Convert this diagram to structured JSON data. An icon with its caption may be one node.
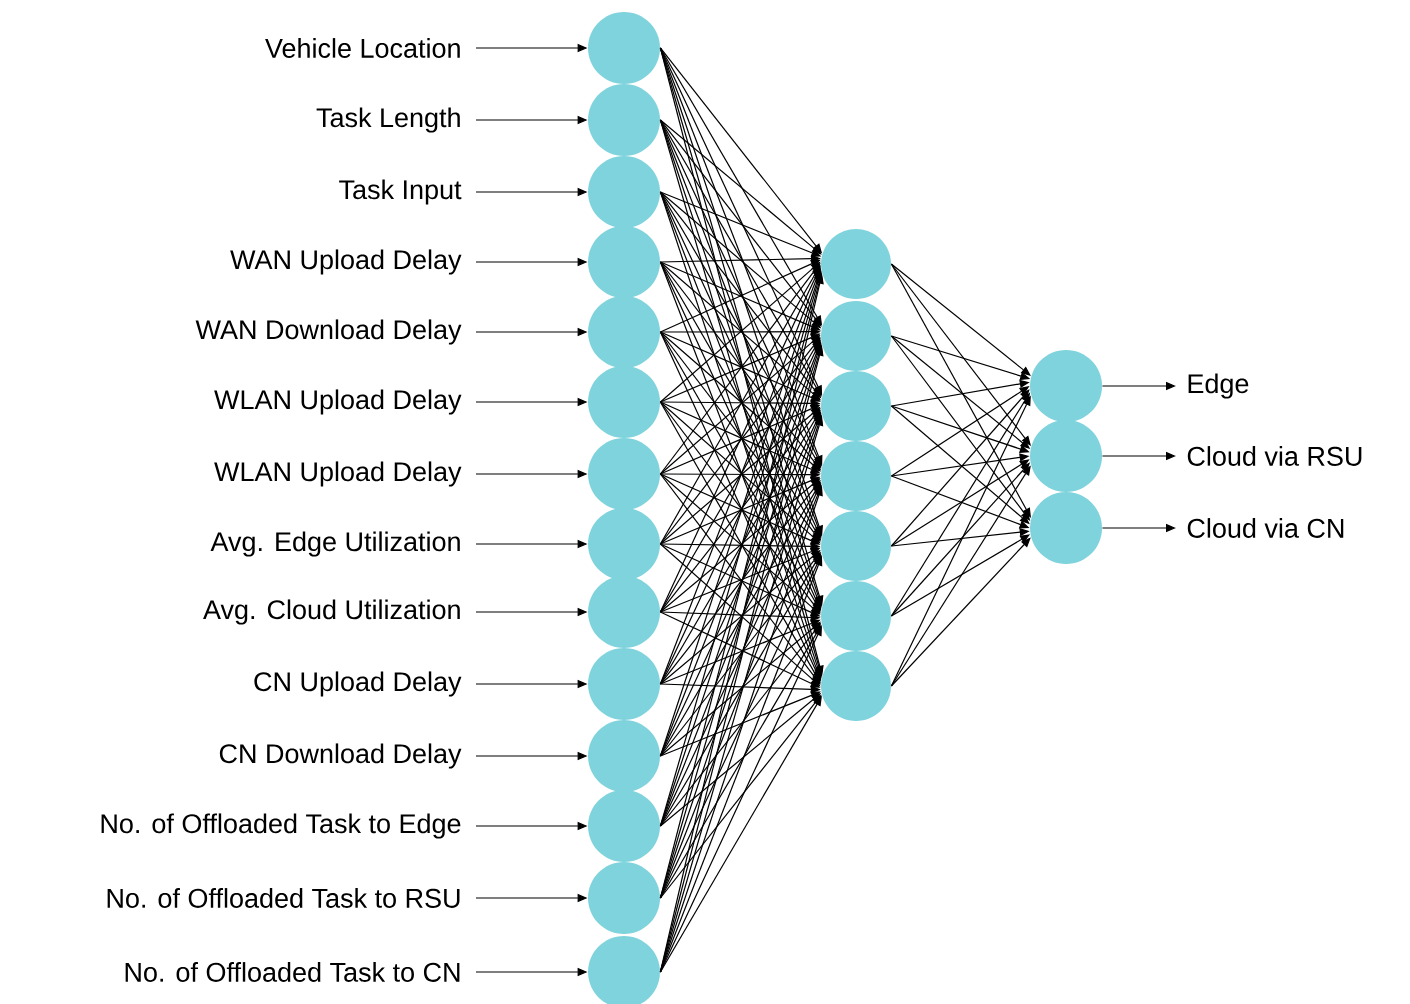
{
  "diagram": {
    "nodes": [
      {
        "text": [
          "Vehicle Location"
        ]
      },
      {
        "text": [
          "Task Length"
        ]
      },
      {
        "text": [
          "Task Input"
        ]
      },
      {
        "text": [
          "WAN Upload Delay"
        ]
      },
      {
        "text": [
          "WAN Download Delay"
        ]
      },
      {
        "text": [
          "WLAN Upload Delay"
        ]
      },
      {
        "text": [
          "WLAN Upload Delay"
        ]
      },
      {
        "text": [
          "Avg. Edge Utilization"
        ]
      },
      {
        "text": [
          "Avg. Cloud Utilization"
        ]
      },
      {
        "text": [
          "CN Upload Delay"
        ]
      },
      {
        "text": [
          "CN Download Delay"
        ]
      },
      {
        "text": [
          "No. of Offloaded Task to Edge"
        ]
      },
      {
        "text": [
          "No. of Offloaded Task to RSU"
        ]
      },
      {
        "text": [
          "No. of Offloaded Task to CN"
        ]
      },
      {
        "text": [],
        "shape": "circle"
      },
      {
        "text": [],
        "shape": "circle"
      },
      {
        "text": [],
        "shape": "circle"
      },
      {
        "text": [],
        "shape": "circle"
      },
      {
        "text": [],
        "shape": "circle"
      },
      {
        "text": [],
        "shape": "circle"
      },
      {
        "text": [],
        "shape": "circle"
      },
      {
        "text": [],
        "shape": "circle"
      },
      {
        "text": [],
        "shape": "circle"
      },
      {
        "text": [],
        "shape": "circle"
      },
      {
        "text": [],
        "shape": "circle"
      },
      {
        "text": [],
        "shape": "circle"
      },
      {
        "text": [],
        "shape": "circle"
      },
      {
        "text": [],
        "shape": "circle"
      },
      {
        "text": [],
        "shape": "circle"
      },
      {
        "text": [],
        "shape": "circle"
      },
      {
        "text": [],
        "shape": "circle"
      },
      {
        "text": [],
        "shape": "circle"
      },
      {
        "text": [],
        "shape": "circle"
      },
      {
        "text": [],
        "shape": "circle"
      },
      {
        "text": [],
        "shape": "circle"
      },
      {
        "text": [],
        "shape": "circle"
      },
      {
        "text": [],
        "shape": "circle"
      },
      {
        "text": [],
        "shape": "circle"
      },
      {
        "text": [
          "Edge"
        ]
      },
      {
        "text": [
          "Cloud via RSU"
        ]
      },
      {
        "text": [
          "Cloud via CN"
        ]
      }
    ],
    "edges": [
      {
        "from": 0,
        "to": 14,
        "arrow": "to"
      },
      {
        "from": 1,
        "to": 15,
        "arrow": "to"
      },
      {
        "from": 2,
        "to": 16,
        "arrow": "to"
      },
      {
        "from": 3,
        "to": 17,
        "arrow": "to"
      },
      {
        "from": 4,
        "to": 18,
        "arrow": "to"
      },
      {
        "from": 5,
        "to": 19,
        "arrow": "to"
      },
      {
        "from": 6,
        "to": 20,
        "arrow": "to"
      },
      {
        "from": 7,
        "to": 21,
        "arrow": "to"
      },
      {
        "from": 8,
        "to": 22,
        "arrow": "to"
      },
      {
        "from": 9,
        "to": 23,
        "arrow": "to"
      },
      {
        "from": 10,
        "to": 24,
        "arrow": "to"
      },
      {
        "from": 11,
        "to": 25,
        "arrow": "to"
      },
      {
        "from": 12,
        "to": 26,
        "arrow": "to"
      },
      {
        "from": 13,
        "to": 27,
        "arrow": "to"
      },
      {
        "from": 14,
        "to": 28,
        "arrow": "to"
      },
      {
        "from": 14,
        "to": 29,
        "arrow": "to"
      },
      {
        "from": 14,
        "to": 30,
        "arrow": "to"
      },
      {
        "from": 14,
        "to": 31,
        "arrow": "to"
      },
      {
        "from": 14,
        "to": 32,
        "arrow": "to"
      },
      {
        "from": 14,
        "to": 33,
        "arrow": "to"
      },
      {
        "from": 14,
        "to": 34,
        "arrow": "to"
      },
      {
        "from": 15,
        "to": 28,
        "arrow": "to"
      },
      {
        "from": 15,
        "to": 29,
        "arrow": "to"
      },
      {
        "from": 15,
        "to": 30,
        "arrow": "to"
      },
      {
        "from": 15,
        "to": 31,
        "arrow": "to"
      },
      {
        "from": 15,
        "to": 32,
        "arrow": "to"
      },
      {
        "from": 15,
        "to": 33,
        "arrow": "to"
      },
      {
        "from": 15,
        "to": 34,
        "arrow": "to"
      },
      {
        "from": 16,
        "to": 28,
        "arrow": "to"
      },
      {
        "from": 16,
        "to": 29,
        "arrow": "to"
      },
      {
        "from": 16,
        "to": 30,
        "arrow": "to"
      },
      {
        "from": 16,
        "to": 31,
        "arrow": "to"
      },
      {
        "from": 16,
        "to": 32,
        "arrow": "to"
      },
      {
        "from": 16,
        "to": 33,
        "arrow": "to"
      },
      {
        "from": 16,
        "to": 34,
        "arrow": "to"
      },
      {
        "from": 17,
        "to": 28,
        "arrow": "to"
      },
      {
        "from": 17,
        "to": 29,
        "arrow": "to"
      },
      {
        "from": 17,
        "to": 30,
        "arrow": "to"
      },
      {
        "from": 17,
        "to": 31,
        "arrow": "to"
      },
      {
        "from": 17,
        "to": 32,
        "arrow": "to"
      },
      {
        "from": 17,
        "to": 33,
        "arrow": "to"
      },
      {
        "from": 17,
        "to": 34,
        "arrow": "to"
      },
      {
        "from": 18,
        "to": 28,
        "arrow": "to"
      },
      {
        "from": 18,
        "to": 29,
        "arrow": "to"
      },
      {
        "from": 18,
        "to": 30,
        "arrow": "to"
      },
      {
        "from": 18,
        "to": 31,
        "arrow": "to"
      },
      {
        "from": 18,
        "to": 32,
        "arrow": "to"
      },
      {
        "from": 18,
        "to": 33,
        "arrow": "to"
      },
      {
        "from": 18,
        "to": 34,
        "arrow": "to"
      },
      {
        "from": 19,
        "to": 28,
        "arrow": "to"
      },
      {
        "from": 19,
        "to": 29,
        "arrow": "to"
      },
      {
        "from": 19,
        "to": 30,
        "arrow": "to"
      },
      {
        "from": 19,
        "to": 31,
        "arrow": "to"
      },
      {
        "from": 19,
        "to": 32,
        "arrow": "to"
      },
      {
        "from": 19,
        "to": 33,
        "arrow": "to"
      },
      {
        "from": 19,
        "to": 34,
        "arrow": "to"
      },
      {
        "from": 20,
        "to": 28,
        "arrow": "to"
      },
      {
        "from": 20,
        "to": 29,
        "arrow": "to"
      },
      {
        "from": 20,
        "to": 30,
        "arrow": "to"
      },
      {
        "from": 20,
        "to": 31,
        "arrow": "to"
      },
      {
        "from": 20,
        "to": 32,
        "arrow": "to"
      },
      {
        "from": 20,
        "to": 33,
        "arrow": "to"
      },
      {
        "from": 20,
        "to": 34,
        "arrow": "to"
      },
      {
        "from": 21,
        "to": 28,
        "arrow": "to"
      },
      {
        "from": 21,
        "to": 29,
        "arrow": "to"
      },
      {
        "from": 21,
        "to": 30,
        "arrow": "to"
      },
      {
        "from": 21,
        "to": 31,
        "arrow": "to"
      },
      {
        "from": 21,
        "to": 32,
        "arrow": "to"
      },
      {
        "from": 21,
        "to": 33,
        "arrow": "to"
      },
      {
        "from": 21,
        "to": 34,
        "arrow": "to"
      },
      {
        "from": 22,
        "to": 28,
        "arrow": "to"
      },
      {
        "from": 22,
        "to": 29,
        "arrow": "to"
      },
      {
        "from": 22,
        "to": 30,
        "arrow": "to"
      },
      {
        "from": 22,
        "to": 31,
        "arrow": "to"
      },
      {
        "from": 22,
        "to": 32,
        "arrow": "to"
      },
      {
        "from": 22,
        "to": 33,
        "arrow": "to"
      },
      {
        "from": 22,
        "to": 34,
        "arrow": "to"
      },
      {
        "from": 23,
        "to": 28,
        "arrow": "to"
      },
      {
        "from": 23,
        "to": 29,
        "arrow": "to"
      },
      {
        "from": 23,
        "to": 30,
        "arrow": "to"
      },
      {
        "from": 23,
        "to": 31,
        "arrow": "to"
      },
      {
        "from": 23,
        "to": 32,
        "arrow": "to"
      },
      {
        "from": 23,
        "to": 33,
        "arrow": "to"
      },
      {
        "from": 23,
        "to": 34,
        "arrow": "to"
      },
      {
        "from": 24,
        "to": 28,
        "arrow": "to"
      },
      {
        "from": 24,
        "to": 29,
        "arrow": "to"
      },
      {
        "from": 24,
        "to": 30,
        "arrow": "to"
      },
      {
        "from": 24,
        "to": 31,
        "arrow": "to"
      },
      {
        "from": 24,
        "to": 32,
        "arrow": "to"
      },
      {
        "from": 24,
        "to": 33,
        "arrow": "to"
      },
      {
        "from": 24,
        "to": 34,
        "arrow": "to"
      },
      {
        "from": 25,
        "to": 28,
        "arrow": "to"
      },
      {
        "from": 25,
        "to": 29,
        "arrow": "to"
      },
      {
        "from": 25,
        "to": 30,
        "arrow": "to"
      },
      {
        "from": 25,
        "to": 31,
        "arrow": "to"
      },
      {
        "from": 25,
        "to": 32,
        "arrow": "to"
      },
      {
        "from": 25,
        "to": 33,
        "arrow": "to"
      },
      {
        "from": 25,
        "to": 34,
        "arrow": "to"
      },
      {
        "from": 26,
        "to": 28,
        "arrow": "to"
      },
      {
        "from": 26,
        "to": 29,
        "arrow": "to"
      },
      {
        "from": 26,
        "to": 30,
        "arrow": "to"
      },
      {
        "from": 26,
        "to": 31,
        "arrow": "to"
      },
      {
        "from": 26,
        "to": 32,
        "arrow": "to"
      },
      {
        "from": 26,
        "to": 33,
        "arrow": "to"
      },
      {
        "from": 26,
        "to": 34,
        "arrow": "to"
      },
      {
        "from": 27,
        "to": 28,
        "arrow": "to"
      },
      {
        "from": 27,
        "to": 29,
        "arrow": "to"
      },
      {
        "from": 27,
        "to": 30,
        "arrow": "to"
      },
      {
        "from": 27,
        "to": 31,
        "arrow": "to"
      },
      {
        "from": 27,
        "to": 32,
        "arrow": "to"
      },
      {
        "from": 27,
        "to": 33,
        "arrow": "to"
      },
      {
        "from": 27,
        "to": 34,
        "arrow": "to"
      },
      {
        "from": 28,
        "to": 35,
        "arrow": "to"
      },
      {
        "from": 28,
        "to": 36,
        "arrow": "to"
      },
      {
        "from": 28,
        "to": 37,
        "arrow": "to"
      },
      {
        "from": 29,
        "to": 35,
        "arrow": "to"
      },
      {
        "from": 29,
        "to": 36,
        "arrow": "to"
      },
      {
        "from": 29,
        "to": 37,
        "arrow": "to"
      },
      {
        "from": 30,
        "to": 35,
        "arrow": "to"
      },
      {
        "from": 30,
        "to": 36,
        "arrow": "to"
      },
      {
        "from": 30,
        "to": 37,
        "arrow": "to"
      },
      {
        "from": 31,
        "to": 35,
        "arrow": "to"
      },
      {
        "from": 31,
        "to": 36,
        "arrow": "to"
      },
      {
        "from": 31,
        "to": 37,
        "arrow": "to"
      },
      {
        "from": 32,
        "to": 35,
        "arrow": "to"
      },
      {
        "from": 32,
        "to": 36,
        "arrow": "to"
      },
      {
        "from": 32,
        "to": 37,
        "arrow": "to"
      },
      {
        "from": 33,
        "to": 35,
        "arrow": "to"
      },
      {
        "from": 33,
        "to": 36,
        "arrow": "to"
      },
      {
        "from": 33,
        "to": 37,
        "arrow": "to"
      },
      {
        "from": 34,
        "to": 35,
        "arrow": "to"
      },
      {
        "from": 34,
        "to": 36,
        "arrow": "to"
      },
      {
        "from": 34,
        "to": 37,
        "arrow": "to"
      },
      {
        "from": 35,
        "to": 38,
        "arrow": "to"
      },
      {
        "from": 36,
        "to": 39,
        "arrow": "to"
      },
      {
        "from": 37,
        "to": 40,
        "arrow": "to"
      }
    ]
  }
}
